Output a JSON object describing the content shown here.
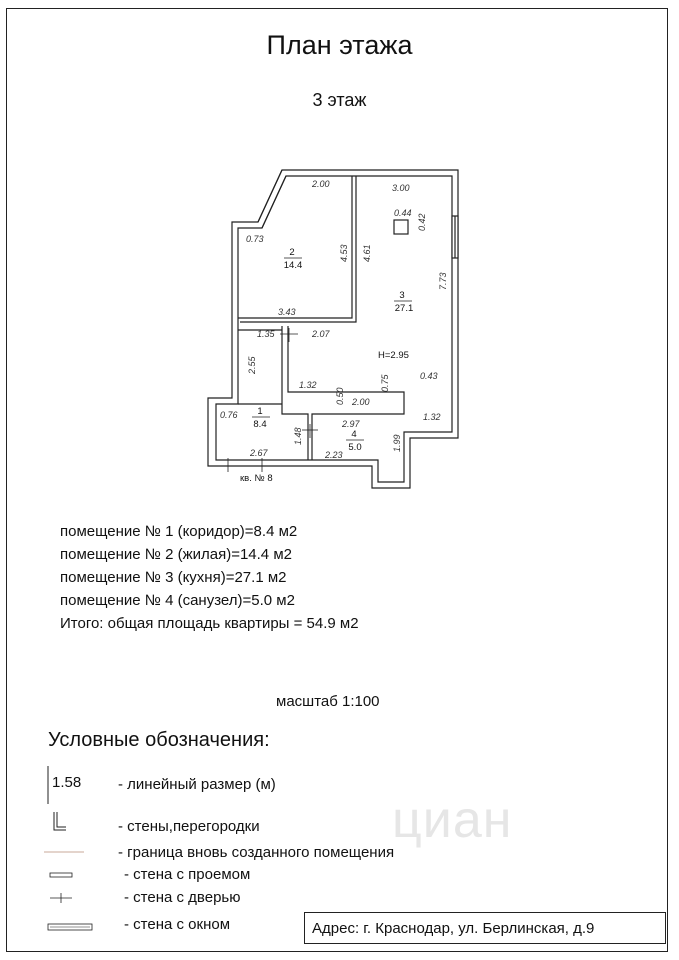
{
  "title": "План этажа",
  "floor": "3 этаж",
  "plan": {
    "apartment_label": "кв. № 8",
    "height_label": "H=2.95",
    "rooms": [
      {
        "number": "1",
        "area": "8.4"
      },
      {
        "number": "2",
        "area": "14.4"
      },
      {
        "number": "3",
        "area": "27.1"
      },
      {
        "number": "4",
        "area": "5.0"
      }
    ],
    "dimensions": [
      "2.00",
      "3.00",
      "0.44",
      "0.42",
      "0.73",
      "4.53",
      "4.61",
      "7.73",
      "3.43",
      "1.35",
      "2.07",
      "2.55",
      "1.32",
      "0.50",
      "0.75",
      "0.43",
      "2.00",
      "1.32",
      "0.76",
      "2.97",
      "1.48",
      "1.99",
      "2.67",
      "2.23"
    ]
  },
  "rooms_list": [
    "помещение № 1 (коридор)=8.4 м2",
    "помещение № 2 (жилая)=14.4 м2",
    "помещение № 3 (кухня)=27.1 м2",
    "помещение № 4 (санузел)=5.0 м2",
    "Итого: общая площадь квартиры = 54.9 м2"
  ],
  "scale": "масштаб 1:100",
  "legend": {
    "title": "Условные обозначения:",
    "sample_dimension": "1.58",
    "items": [
      "- линейный размер (м)",
      "- стены,перегородки",
      "- граница вновь созданного помещения",
      "- стена с проемом",
      "- стена с дверью",
      "- стена с окном"
    ]
  },
  "address": "Адрес: г. Краснодар, ул. Берлинская, д.9",
  "watermark": "циан",
  "colors": {
    "wall": "#222222",
    "new_boundary": "#c8a898"
  }
}
